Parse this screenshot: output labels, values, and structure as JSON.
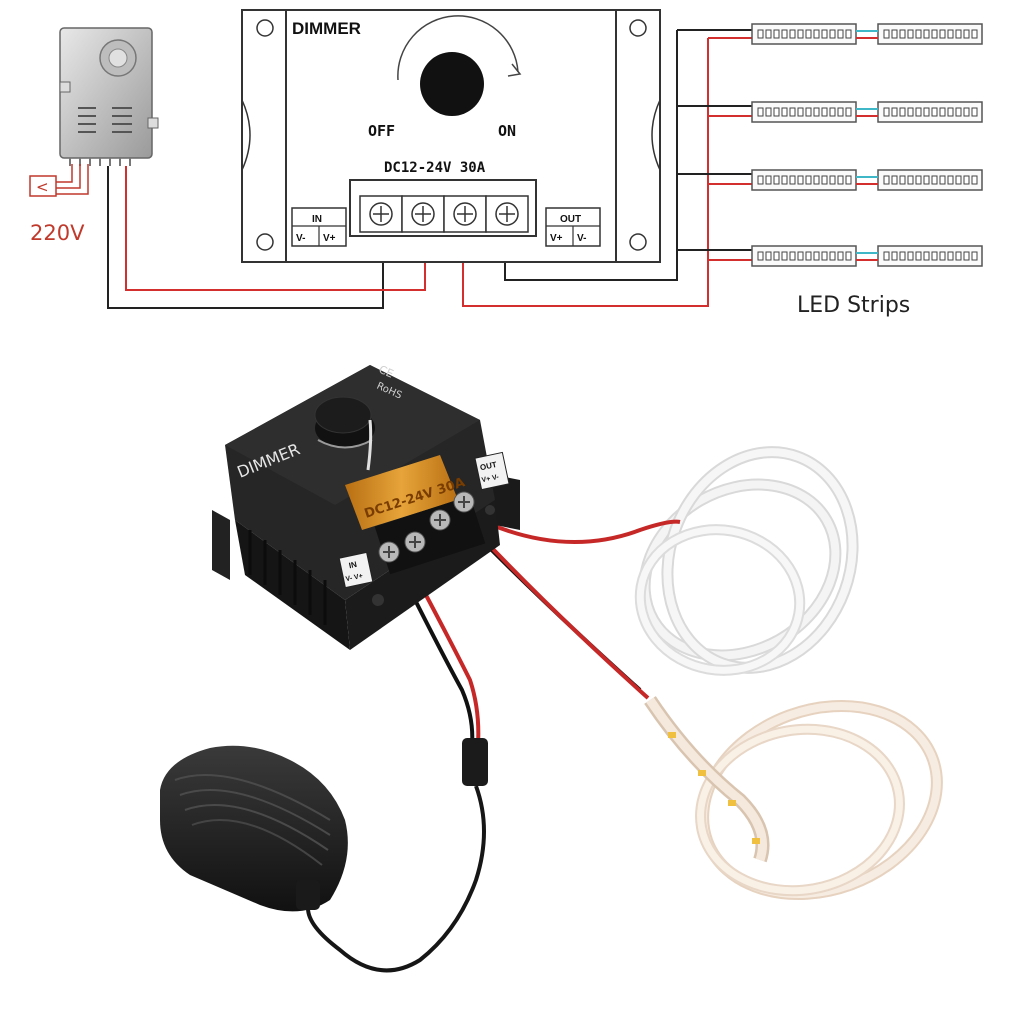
{
  "diagram": {
    "device_title": "DIMMER",
    "knob_off": "OFF",
    "knob_on": "ON",
    "rating": "DC12-24V 30A",
    "in_label": "IN",
    "in_terminals": [
      "V-",
      "V+"
    ],
    "out_label": "OUT",
    "out_terminals": [
      "V+",
      "V-"
    ],
    "mains_label": "220V",
    "strips_label": "LED Strips"
  },
  "photo": {
    "device_title": "DIMMER",
    "rating": "DC12-24V 30A",
    "ce_mark": "CE",
    "rohs_mark": "RoHS",
    "out_label": "OUT",
    "out_terminals": "V+ V-",
    "in_label": "IN",
    "in_terminals": "V- V+"
  },
  "colors": {
    "wire_positive": "#d32f2f",
    "wire_negative": "#222222",
    "wire_link": "#3fb7c7",
    "device_body": "#1e1e1e",
    "label_plate": "#c8841e"
  }
}
